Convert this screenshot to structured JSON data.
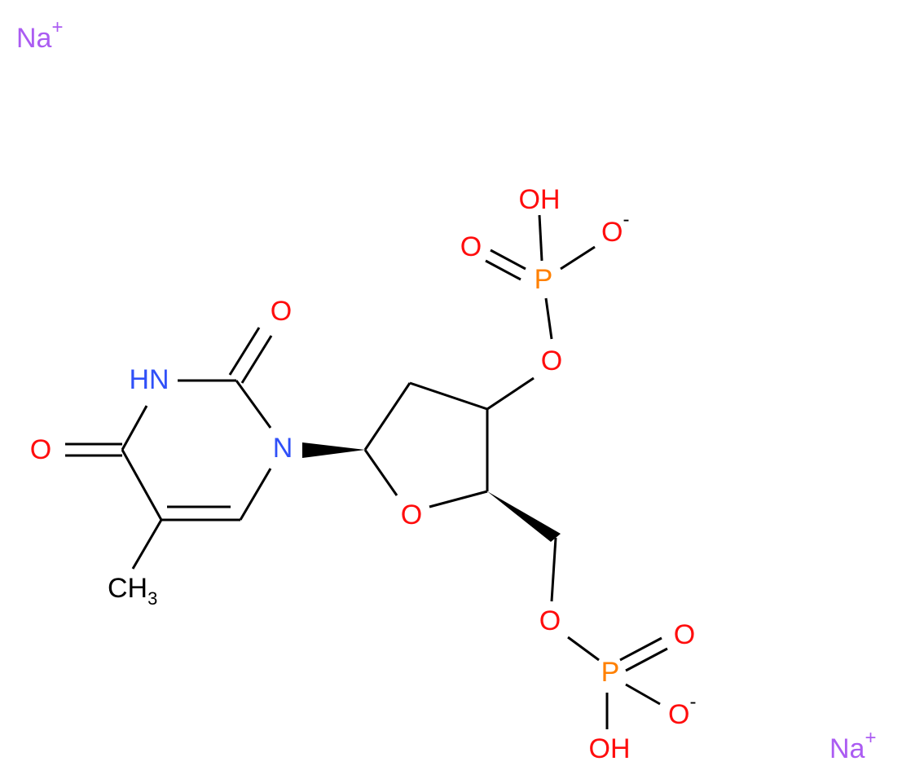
{
  "colors": {
    "bond": "#000000",
    "oxygen": "#ff0d0d",
    "nitrogen": "#3050f8",
    "phosphorus": "#ff8000",
    "sodium": "#ab5cf2",
    "carbon": "#000000",
    "background": "#ffffff"
  },
  "labels": {
    "na_top": {
      "symbol": "Na",
      "charge": "+"
    },
    "na_bottom": {
      "symbol": "Na",
      "charge": "+"
    },
    "ring_nh": "HN",
    "ring_n": "N",
    "o_c2": "O",
    "o_c4": "O",
    "methyl": {
      "main": "CH",
      "sub": "3"
    },
    "ring_o": "O",
    "o3_link": "O",
    "p_top": "P",
    "p_top_oh": "OH",
    "p_top_o_minus": {
      "symbol": "O",
      "charge": "-"
    },
    "p_top_o_double": "O",
    "o5_link": "O",
    "p_bottom": "P",
    "p_bottom_o_double": "O",
    "p_bottom_o_minus": {
      "symbol": "O",
      "charge": "-"
    },
    "p_bottom_oh": "OH"
  }
}
